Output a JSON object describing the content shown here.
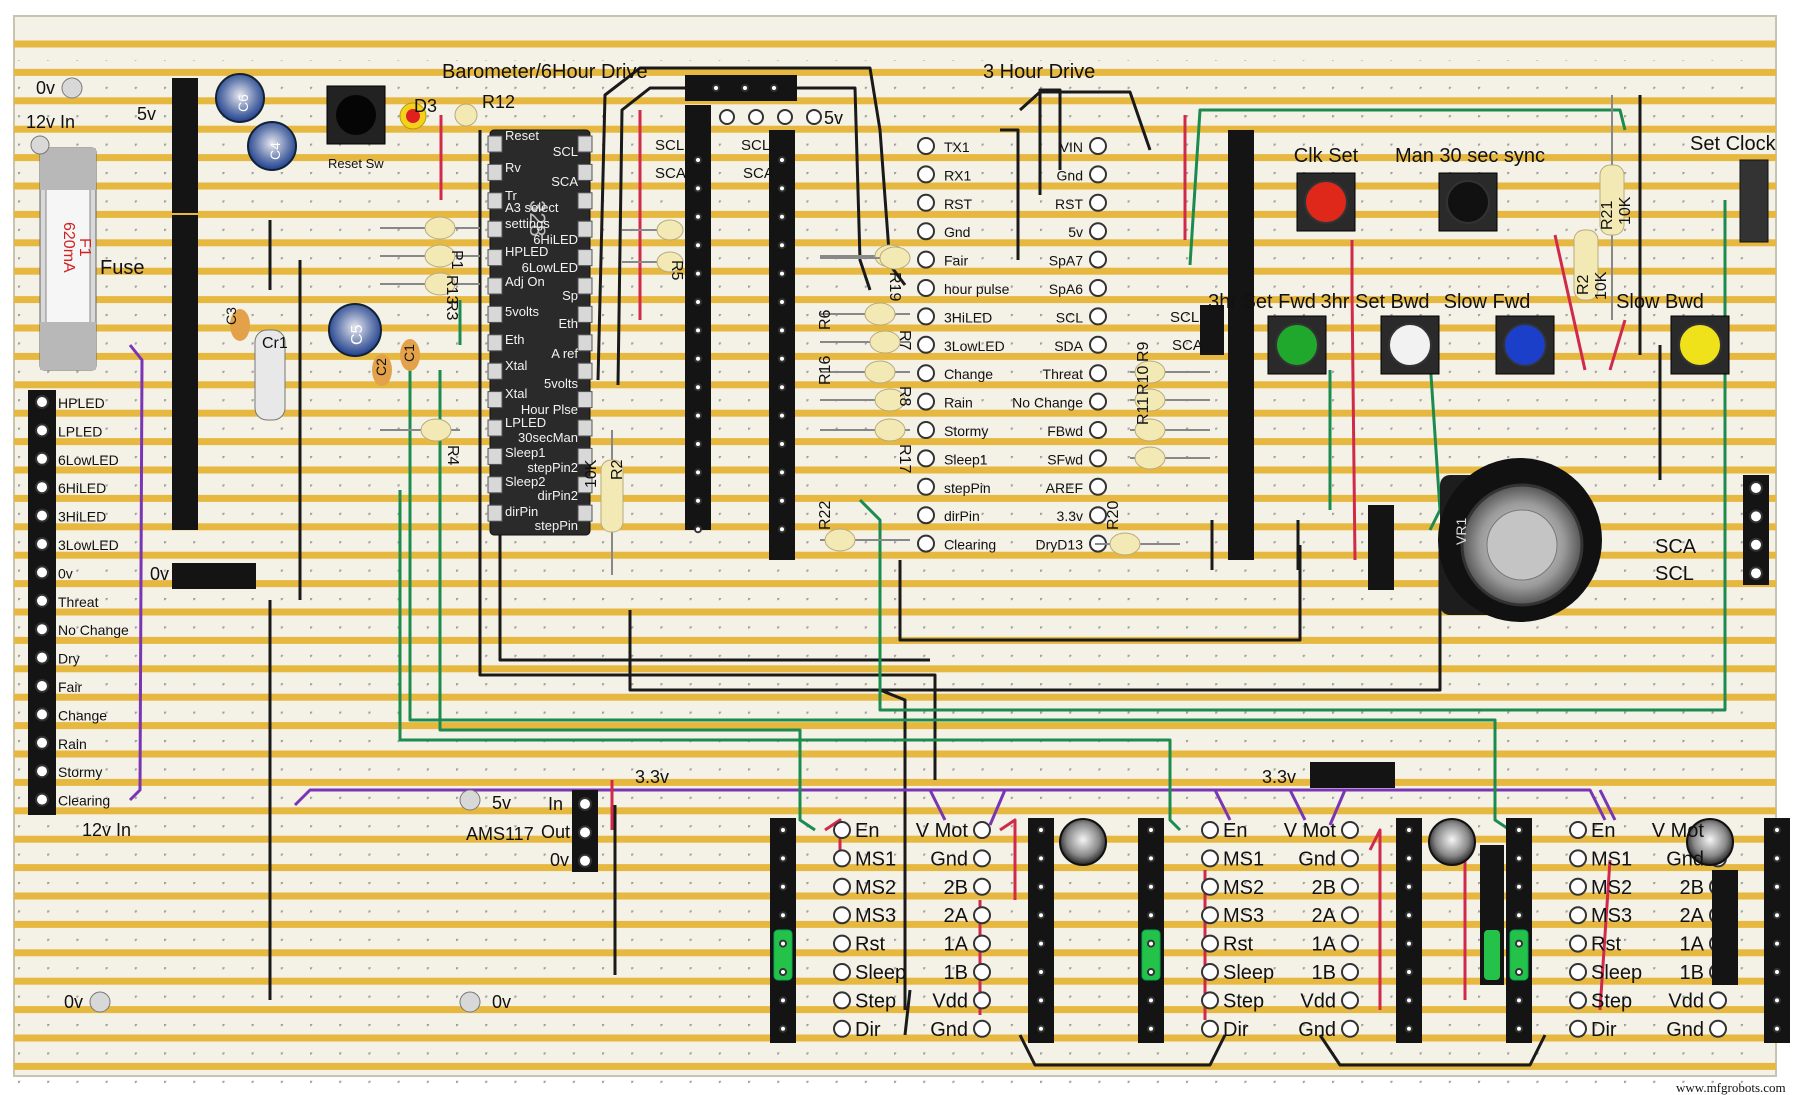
{
  "watermark": "www.mfgrobots.com",
  "titles": {
    "barometer_drive": "Barometer/6Hour Drive",
    "three_hour_drive": "3 Hour Drive"
  },
  "power": {
    "zero_v": "0v",
    "twelve_v_in": "12v In",
    "five_v": "5v",
    "three_v3": "3.3v",
    "fuse_label": "Fuse",
    "fuse_ref": "F1",
    "fuse_rating": "620mA",
    "regulator": "AMS117",
    "reg_in": "In",
    "reg_out": "Out",
    "reg_gnd": "0v"
  },
  "parts": {
    "reset_sw": "Reset Sw",
    "d3": "D3",
    "r12": "R12",
    "cr1": "Cr1",
    "c3": "C3",
    "c4": "C4",
    "c5": "C5",
    "c2": "C2",
    "c1": "C1",
    "c6": "C6",
    "chip_name": "328",
    "p1": "P1",
    "r13": "R13",
    "r3": "R3",
    "r4": "R4",
    "r2": "R2",
    "r2_val": "10K",
    "r5": "R5",
    "r6": "R6",
    "r16": "R16",
    "r19": "R19",
    "r7": "R7",
    "r8": "R8",
    "r17": "R17",
    "r22": "R22",
    "r20": "R20",
    "r9": "R9",
    "r10": "R10",
    "r11": "R11",
    "r21": "R21",
    "r21_val": "10K",
    "rz": "R2",
    "rz_val": "10K",
    "vr1": "VR1"
  },
  "led_header": [
    "HPLED",
    "LPLED",
    "6LowLED",
    "6HiLED",
    "3HiLED",
    "3LowLED",
    "0v",
    "Threat",
    "No Change",
    "Dry",
    "Fair",
    "Change",
    "Rain",
    "Stormy",
    "Clearing"
  ],
  "mcu_left_pins": [
    "Reset",
    "Rv",
    "Tr",
    "A3 select",
    "settings",
    "HPLED",
    "Adj On",
    "5volts",
    "Eth",
    "Xtal",
    "Xtal",
    "LPLED",
    "Sleep1",
    "Sleep2",
    "dirPin"
  ],
  "mcu_right_pins": [
    "SCL",
    "SCA",
    "6HiLED",
    "6LowLED",
    "Sp",
    "Eth",
    "A ref",
    "5volts",
    "Hour Plse",
    "30secMan",
    "stepPin2",
    "dirPin2",
    "stepPin"
  ],
  "i2c_labels": {
    "scl": "SCL",
    "sca": "SCA"
  },
  "nano_left_pins": [
    "TX1",
    "RX1",
    "RST",
    "Gnd",
    "Fair",
    "hour pulse",
    "3HiLED",
    "3LowLED",
    "Change",
    "Rain",
    "Stormy",
    "Sleep1",
    "stepPin",
    "dirPin",
    "Clearing"
  ],
  "nano_right_pins": [
    "VIN",
    "Gnd",
    "RST",
    "5v",
    "SpA7",
    "SpA6",
    "SCL",
    "SDA",
    "Threat",
    "No Change",
    "FBwd",
    "SFwd",
    "AREF",
    "3.3v",
    "DryD13"
  ],
  "buttons": [
    {
      "label": "Clk Set",
      "color": "#e0281a"
    },
    {
      "label": "Man 30 sec sync",
      "color": "#111111"
    },
    {
      "label": "3hr Set Fwd",
      "color": "#1fa82b"
    },
    {
      "label": "3hr Set Bwd",
      "color": "#f2f2f2"
    },
    {
      "label": "Slow Fwd",
      "color": "#1b3fc8"
    },
    {
      "label": "Slow Bwd",
      "color": "#f0e21a"
    }
  ],
  "set_clock": "Set Clock",
  "rtc_pins": {
    "sca": "SCA",
    "scl": "SCL"
  },
  "driver_left_pins": [
    "En",
    "MS1",
    "MS2",
    "MS3",
    "Rst",
    "Sleep",
    "Step",
    "Dir"
  ],
  "driver_right_pins": [
    "V Mot",
    "Gnd",
    "2B",
    "2A",
    "1A",
    "1B",
    "Vdd",
    "Gnd"
  ],
  "colors": {
    "board": "#f4f1e6",
    "strip": "#e6b840",
    "hole": "#9a9a9a",
    "wire_black": "#1a1a1a",
    "wire_purple": "#7a35b5",
    "wire_green": "#1d8a4f",
    "wire_red": "#d02a4a",
    "header_black": "#141414",
    "resistor_body": "#f3e9b5"
  }
}
